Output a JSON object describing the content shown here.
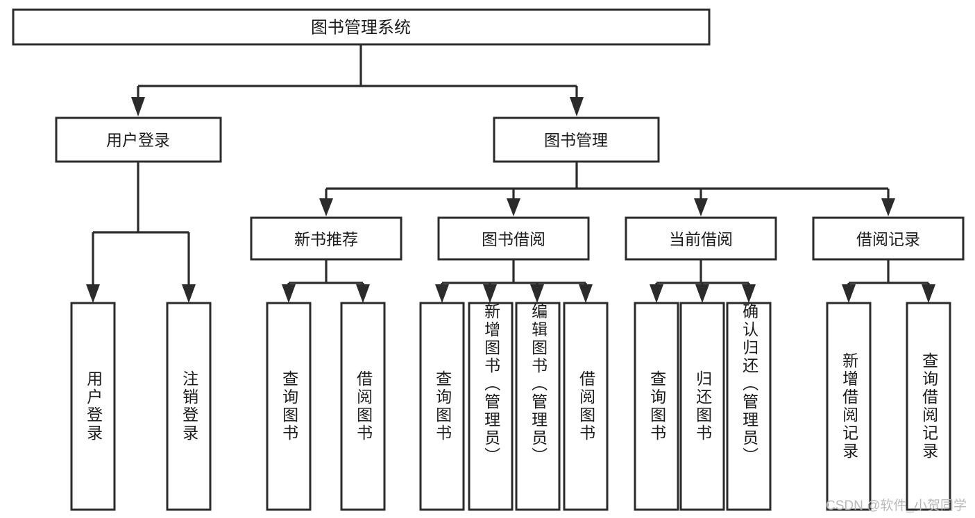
{
  "diagram": {
    "type": "tree",
    "title": "图书管理系统",
    "watermark": "CSDN @软件_小贺同学",
    "colors": {
      "box_stroke": "#2b2b2b",
      "box_fill": "#ffffff",
      "text": "#1c1c1c",
      "background": "#ffffff",
      "watermark": "#b9b9b9"
    },
    "root": {
      "label": "图书管理系统"
    },
    "level2": [
      {
        "label": "用户登录"
      },
      {
        "label": "图书管理"
      }
    ],
    "level3": [
      {
        "label": "新书推荐"
      },
      {
        "label": "图书借阅"
      },
      {
        "label": "当前借阅"
      },
      {
        "label": "借阅记录"
      }
    ],
    "leaves": {
      "user_login": [
        {
          "label": "用户登录"
        },
        {
          "label": "注销登录"
        }
      ],
      "new_book_recommend": [
        {
          "label": "查询图书"
        },
        {
          "label": "借阅图书"
        }
      ],
      "book_borrow": [
        {
          "label": "查询图书"
        },
        {
          "label": "新增图书（管理员）"
        },
        {
          "label": "编辑图书（管理员）"
        },
        {
          "label": "借阅图书"
        }
      ],
      "current_borrow": [
        {
          "label": "查询图书"
        },
        {
          "label": "归还图书"
        },
        {
          "label": "确认归还（管理员）"
        }
      ],
      "borrow_record": [
        {
          "label": "新增借阅记录"
        },
        {
          "label": "查询借阅记录"
        }
      ]
    }
  }
}
